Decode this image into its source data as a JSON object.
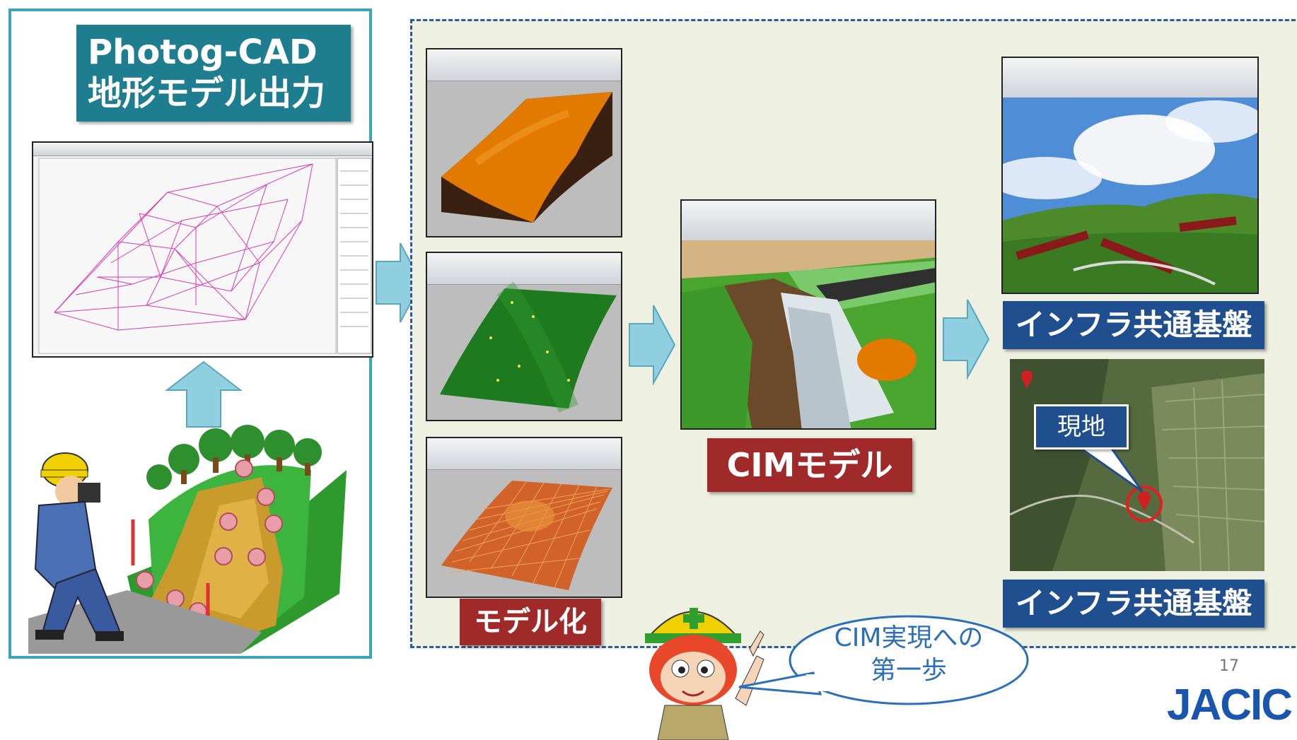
{
  "left": {
    "title_line1": "Photog-CAD",
    "title_line2": "地形モデル出力"
  },
  "middle": {
    "modeling_label": "モデル化"
  },
  "center": {
    "cim_label": "CIMモデル"
  },
  "right": {
    "infra_label_top": "インフラ共通基盤",
    "infra_label_bottom": "インフラ共通基盤",
    "site_callout": "現地"
  },
  "speech": {
    "line1": "CIM実現への",
    "line2": "第一歩"
  },
  "footer": {
    "page_number": "17",
    "logo": "JACIC"
  },
  "colors": {
    "teal_border": "#3aa6b9",
    "title_bg": "#1f7d90",
    "dash_border": "#2b5aa0",
    "label_red": "#a0292a",
    "label_blue": "#1f4f8f",
    "arrow": "#8fcfe0"
  }
}
